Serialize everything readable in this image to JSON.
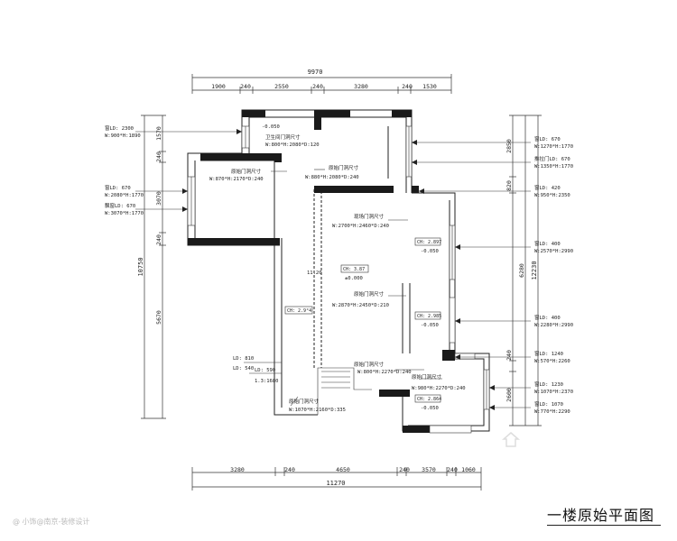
{
  "page_title": "一楼原始平面图",
  "watermark": "@ 小饰@南京-装修设计",
  "dims": {
    "top_total": "9970",
    "top_segments": [
      "1900",
      "240",
      "2550",
      "240",
      "3280",
      "240",
      "1530"
    ],
    "bottom_total": "11270",
    "bottom_segments": [
      "3280",
      "240",
      "4650",
      "240",
      "3570",
      "240",
      "1060"
    ],
    "left_outer": "10750",
    "left_inner": [
      "1570",
      "240",
      "3070",
      "240",
      "5670"
    ],
    "right_outer": "12230",
    "right_mid": [
      "6280"
    ],
    "right_inner": [
      "2850",
      "820",
      "240",
      "2600"
    ]
  },
  "notes": {
    "top_left_window": [
      "窗LD: 2300",
      "W:900*H:1890"
    ],
    "left_window_a": [
      "窗LD: 670",
      "W:2080*H:1770"
    ],
    "left_window_b": [
      "飘窗LD: 670",
      "W:3070*H:1770"
    ],
    "right_window_1": [
      "窗LD: 670",
      "W:1270*H:1770"
    ],
    "right_door": [
      "推拉门LD: 670",
      "W:1350*H:1770"
    ],
    "right_window_2": [
      "窗LD: 420",
      "W:950*H:2350"
    ],
    "right_window_3": [
      "窗LD: 400",
      "W:2570*H:2990"
    ],
    "right_window_4": [
      "窗LD: 400",
      "W:2280*H:2990"
    ],
    "right_window_5": [
      "窗LD: 1240",
      "W:570*H:2260"
    ],
    "right_window_6": [
      "窗LD: 1230",
      "W:1070*H:2370"
    ],
    "right_window_7": [
      "窗LD: 1070",
      "W:770*H:2290"
    ],
    "left_low_1": [
      "LD: 810",
      "LD: 540"
    ],
    "left_low_2": [
      "LD: 590",
      "1.3:1680"
    ]
  },
  "door_notes": {
    "d1": [
      "卫生间门洞尺寸",
      "W:800*H:2080*D:120"
    ],
    "d2": [
      "原始门洞尺寸",
      "W:870*H:2170*D:240"
    ],
    "d3": [
      "原始门洞尺寸",
      "W:880*H:2080*D:240"
    ],
    "d4": [
      "现场门洞尺寸",
      "W:2700*H:2460*D:240"
    ],
    "d5": [
      "原始门洞尺寸",
      "W:2870*H:2450*D:210"
    ],
    "d6": [
      "原始门洞尺寸",
      "W:800*H:2270*D:240"
    ],
    "d7": [
      "原始门洞尺寸",
      "W:980*H:2270*D:240"
    ],
    "d8": [
      "原始门洞尺寸",
      "W:1070*H:2160*D:335"
    ]
  },
  "levels": {
    "l1": "-0.050",
    "l2_tag": "CH: 2.897",
    "l2": "-0.050",
    "l3_tag": "CH: 3.87",
    "l3": "±0.000",
    "l4_tag": "CH: 2.985",
    "l4": "-0.050",
    "l5_tag": "CH: 2.864",
    "l5": "-0.050",
    "l6_tag": "CH: 2.9°4"
  },
  "misc": {
    "beam": "11.20"
  }
}
